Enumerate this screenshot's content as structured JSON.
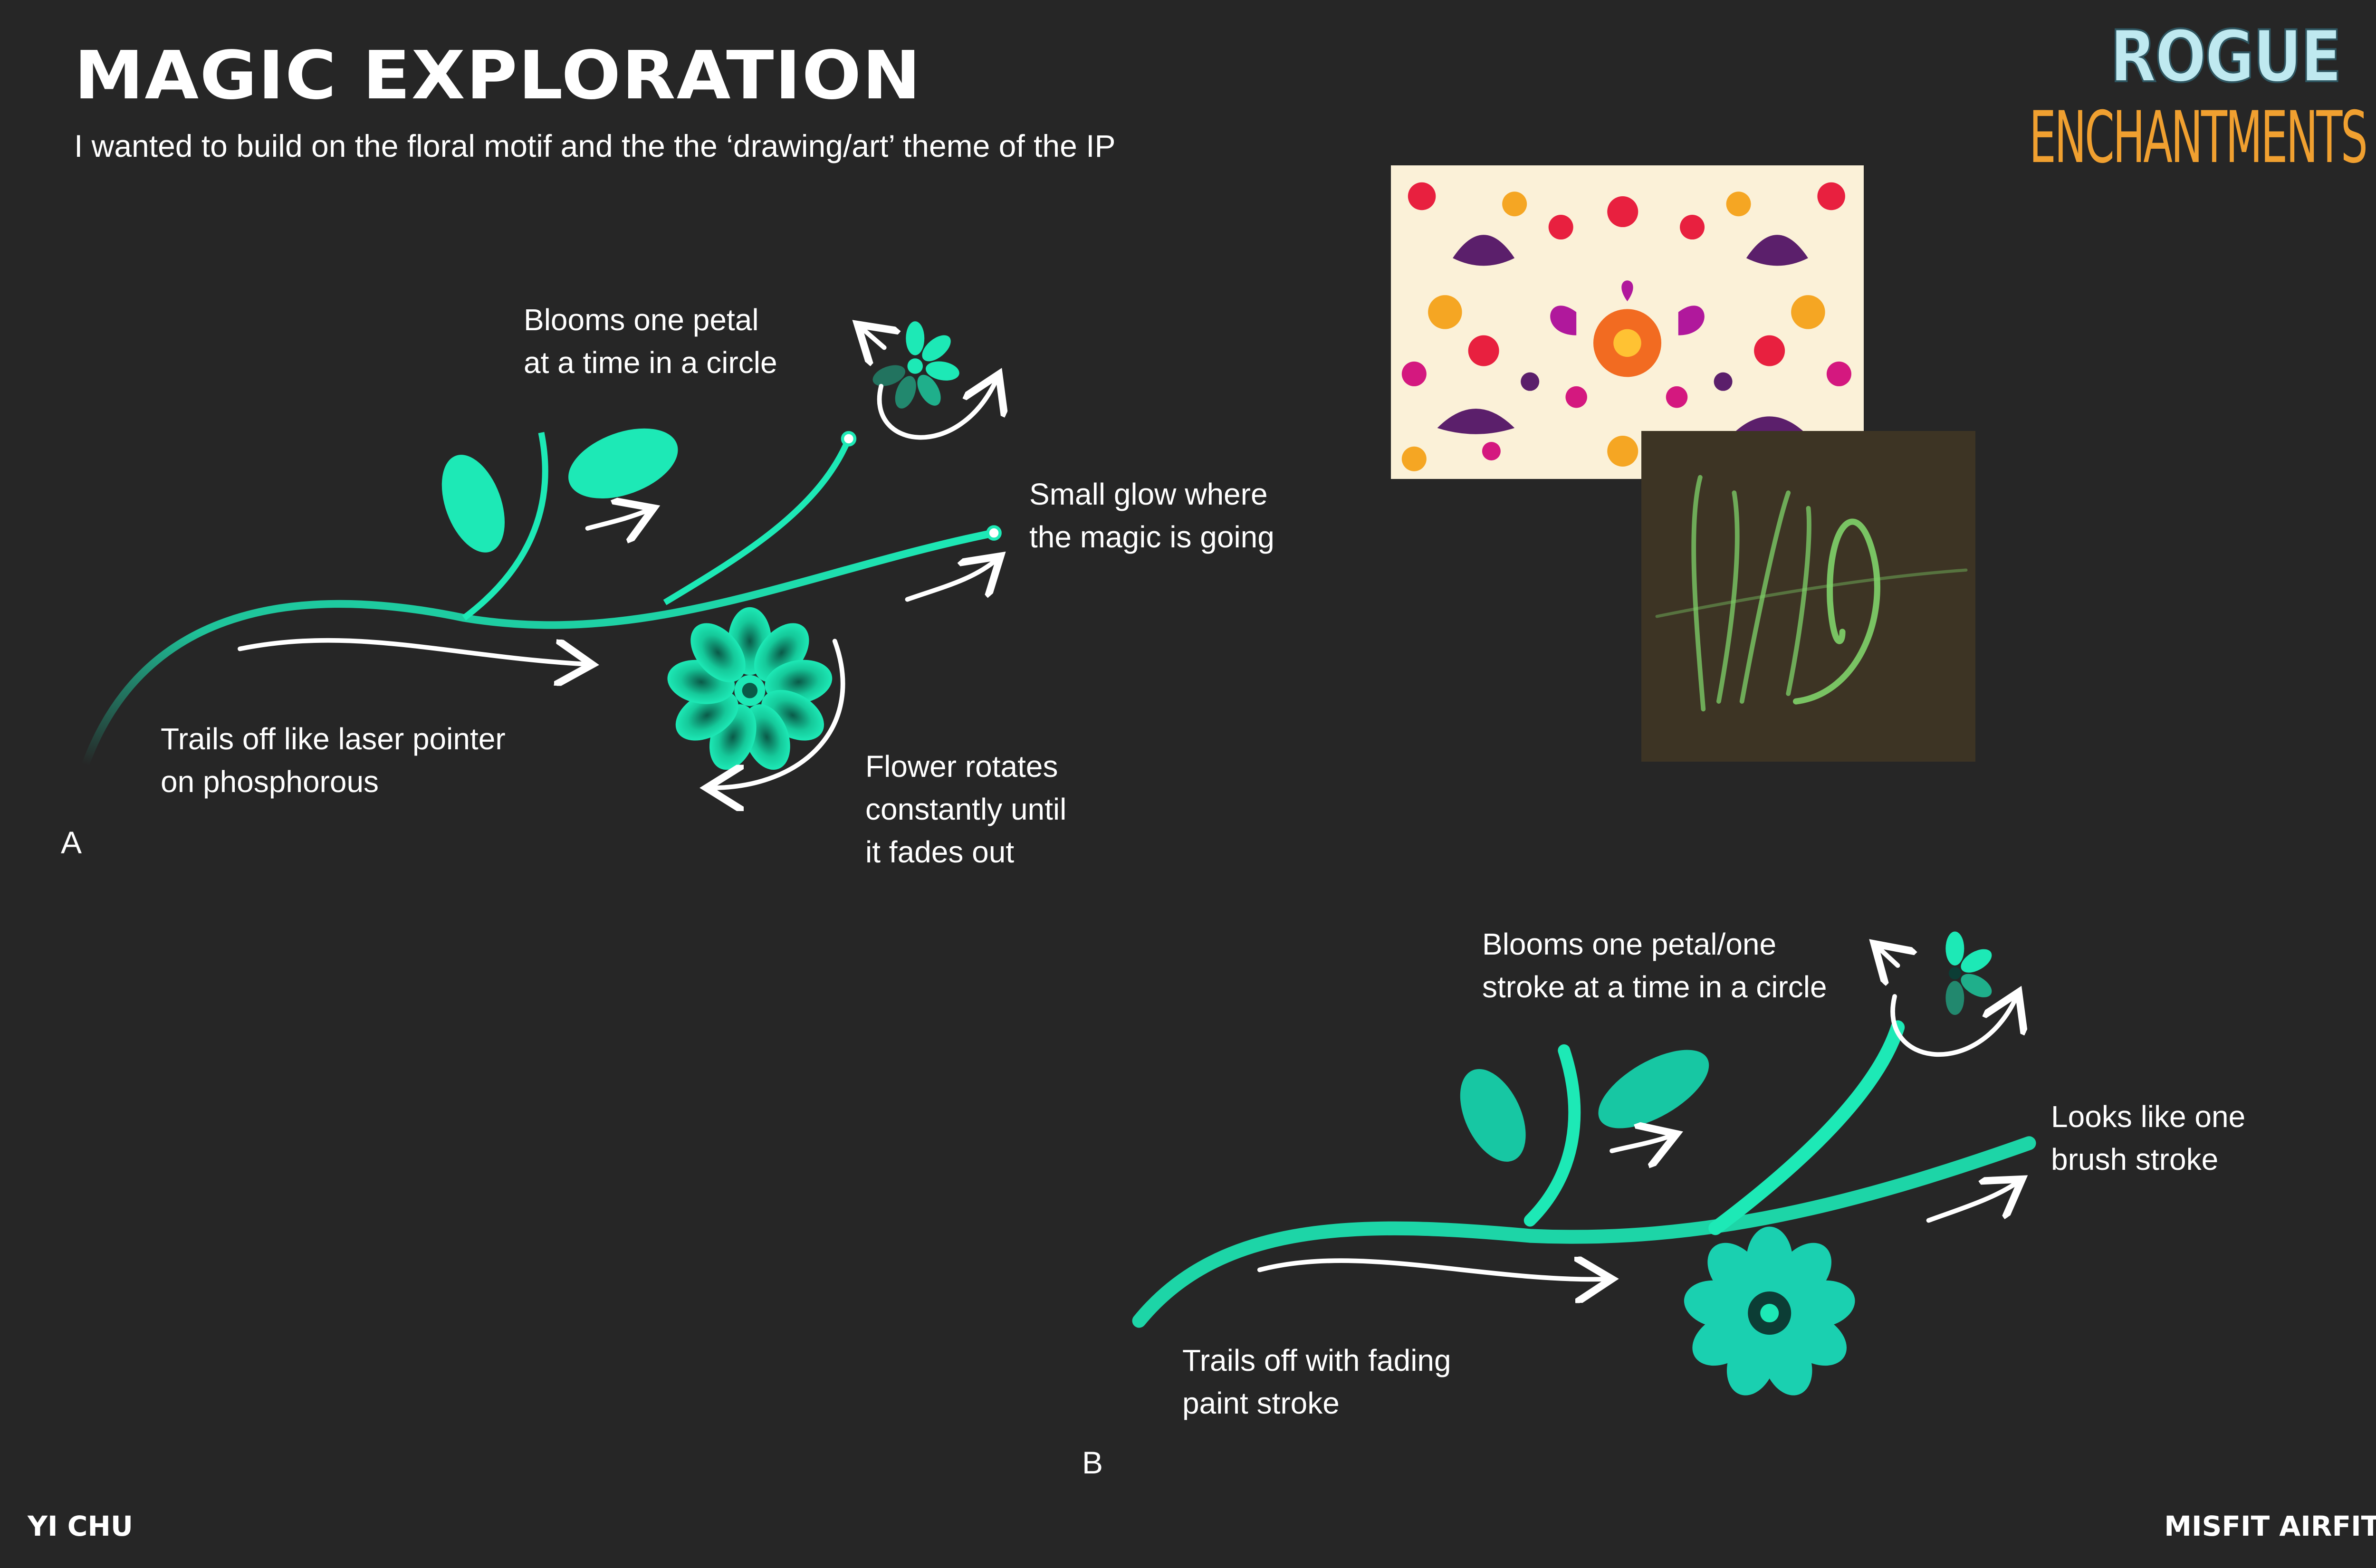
{
  "header": {
    "title": "MAGIC EXPLORATION",
    "subtitle": "I wanted to build on the floral motif and the the ‘drawing/art’ theme of the IP"
  },
  "logo": {
    "line1": "ROGUE",
    "line2": "ENCHANTMENTS"
  },
  "concept_a": {
    "label": "A",
    "notes": {
      "bloom": [
        "Blooms one petal",
        "at a time in a circle"
      ],
      "glow": [
        "Small glow where",
        "the magic is going"
      ],
      "trail": [
        "Trails off like laser pointer",
        "on phosphorous"
      ],
      "rotate": [
        "Flower rotates",
        "constantly until",
        "it fades out"
      ]
    }
  },
  "concept_b": {
    "label": "B",
    "notes": {
      "bloom": [
        "Blooms one petal/one",
        "stroke at a time in a circle"
      ],
      "brush": [
        "Looks like one",
        "brush stroke"
      ],
      "trail": [
        "Trails off with fading",
        "paint stroke"
      ]
    }
  },
  "footer": {
    "left": "YI CHU",
    "right": "MISFIT AIRFITS"
  },
  "colors": {
    "background": "#262626",
    "magic": "#1de9b6",
    "text": "#ffffff",
    "logo_orange": "#f0a030"
  }
}
